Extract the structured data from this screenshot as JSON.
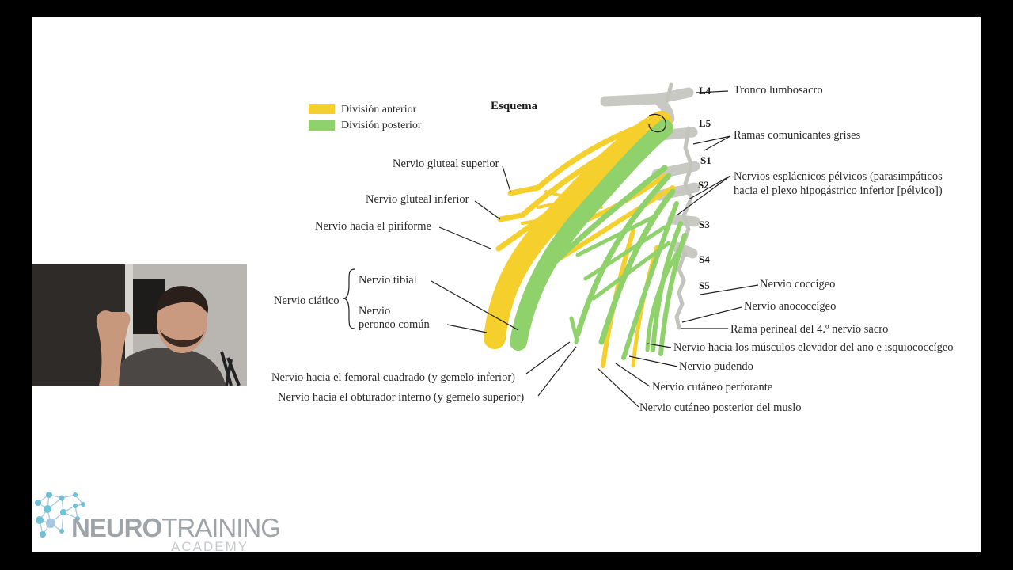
{
  "diagram": {
    "title": "Esquema",
    "legend": [
      {
        "label": "División anterior",
        "color": "#f5cf2c"
      },
      {
        "label": "División posterior",
        "color": "#8fd16b"
      }
    ],
    "roots": [
      "L4",
      "L5",
      "S1",
      "S2",
      "S3",
      "S4",
      "S5"
    ],
    "labels": {
      "tronco_lumbosacro": "Tronco lumbosacro",
      "ramas_comunicantes": "Ramas comunicantes grises",
      "esplacnicos_1": "Nervios esplácnicos pélvicos (parasimpáticos",
      "esplacnicos_2": "hacia el plexo hipogástrico inferior [pélvico])",
      "gluteal_superior": "Nervio gluteal superior",
      "gluteal_inferior": "Nervio gluteal inferior",
      "piriforme": "Nervio hacia el piriforme",
      "ciatico": "Nervio ciático",
      "tibial": "Nervio tibial",
      "peroneo_1": "Nervio",
      "peroneo_2": "peroneo común",
      "coccigeo": "Nervio coccígeo",
      "anococcigeo": "Nervio anococcígeo",
      "rama_perineal": "Rama perineal del 4.º nervio sacro",
      "elevador_ano": "Nervio hacia los músculos elevador del ano e isquiococcígeo",
      "pudendo": "Nervio pudendo",
      "cutaneo_perforante": "Nervio cutáneo perforante",
      "cutaneo_posterior": "Nervio cutáneo posterior del muslo",
      "femoral_cuadrado": "Nervio hacia el femoral cuadrado (y gemelo inferior)",
      "obturador_interno": "Nervio hacia el obturador interno (y gemelo superior)"
    },
    "colors": {
      "anterior": "#f5cf2c",
      "posterior": "#8fd16b",
      "root": "#c9c9c4",
      "leader": "#222222"
    }
  },
  "logo": {
    "brand_bold": "NEURO",
    "brand_light": "TRAINING",
    "sub": "ACADEMY"
  }
}
